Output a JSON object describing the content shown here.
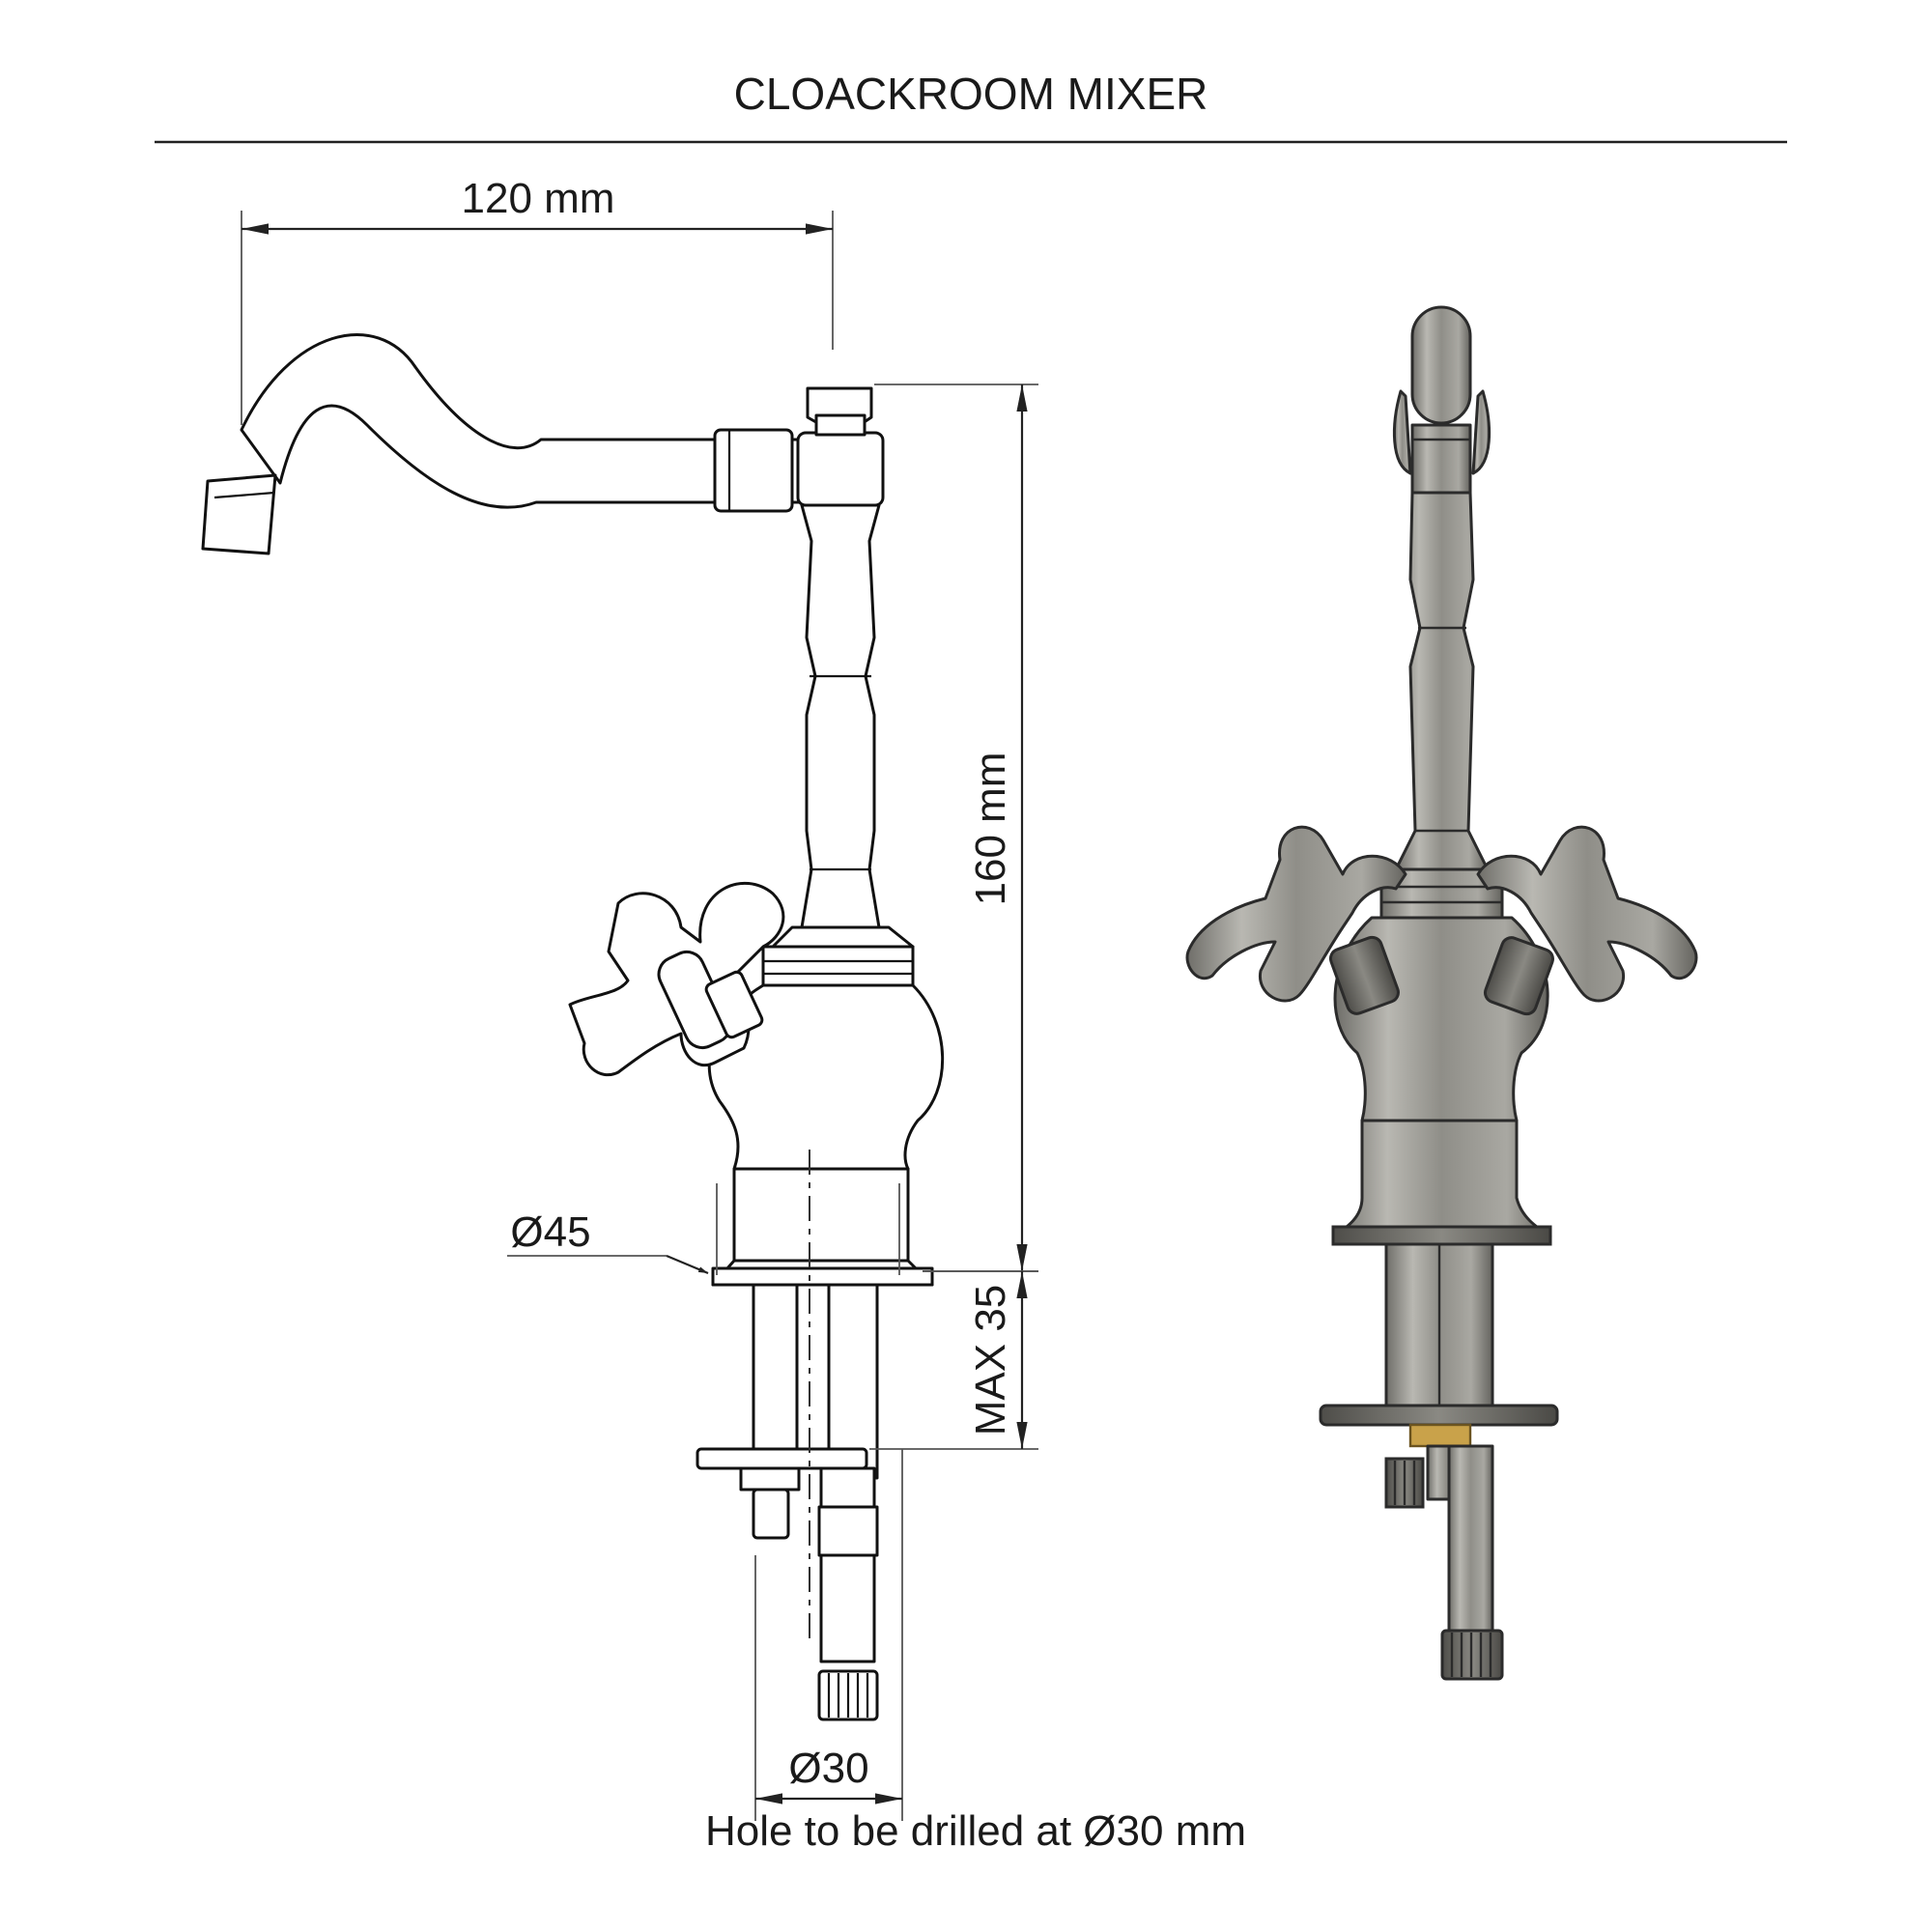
{
  "title": "CLOACKROOM MIXER",
  "dimensions": {
    "spout_reach": "120 mm",
    "height": "160 mm",
    "base_diameter": "Ø45",
    "max_thickness": "MAX 35",
    "hole_diameter": "Ø30"
  },
  "note": "Hole to be drilled at Ø30 mm",
  "colors": {
    "line": "#111111",
    "metal": "#8a8a84",
    "brass_nut": "#c9a24a"
  }
}
